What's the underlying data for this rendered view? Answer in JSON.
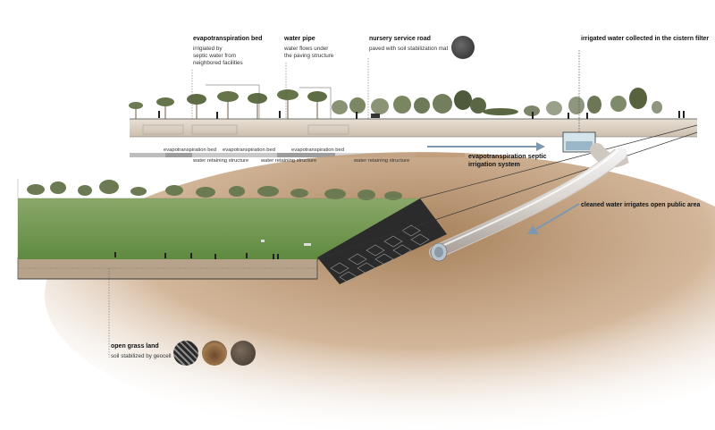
{
  "callouts": {
    "evapo_bed": {
      "title": "evapotranspiration bed",
      "line1": "irrigiated by",
      "line2": "septic water from",
      "line3": "neighbored facilities"
    },
    "water_pipe": {
      "title": "water pipe",
      "line1": "water flows under",
      "line2": "the paving structure"
    },
    "service_road": {
      "title": "nursery service road",
      "line1": "paved with soil stabilization mat"
    },
    "cistern": {
      "title": "irrigated water collected in the cistern filter"
    },
    "septic_system": {
      "line1": "evapotranspiration septic",
      "line2": "irrigation system"
    },
    "cleaned_water": {
      "title": "cleaned water irrigates open public area"
    },
    "grass_land": {
      "title": "open grass land",
      "line1": "soil stabilized by geocell"
    }
  },
  "segments": {
    "bed_1": "evapotranspiration bed",
    "bed_2": "evapotranspiration bed",
    "bed_3": "evapotranspiration bed",
    "wall_1": "water retaining structure",
    "wall_2": "water retaining structure",
    "wall_3": "water retaining structure"
  },
  "colors": {
    "soil": "#b08a63",
    "grass": "#6f9a4f",
    "water": "#6e8fa8",
    "ink": "#222222"
  },
  "icons": [
    "geocell-mat-icon",
    "geocell-grid-icon",
    "soil-sample-icon",
    "stone-mat-icon"
  ]
}
